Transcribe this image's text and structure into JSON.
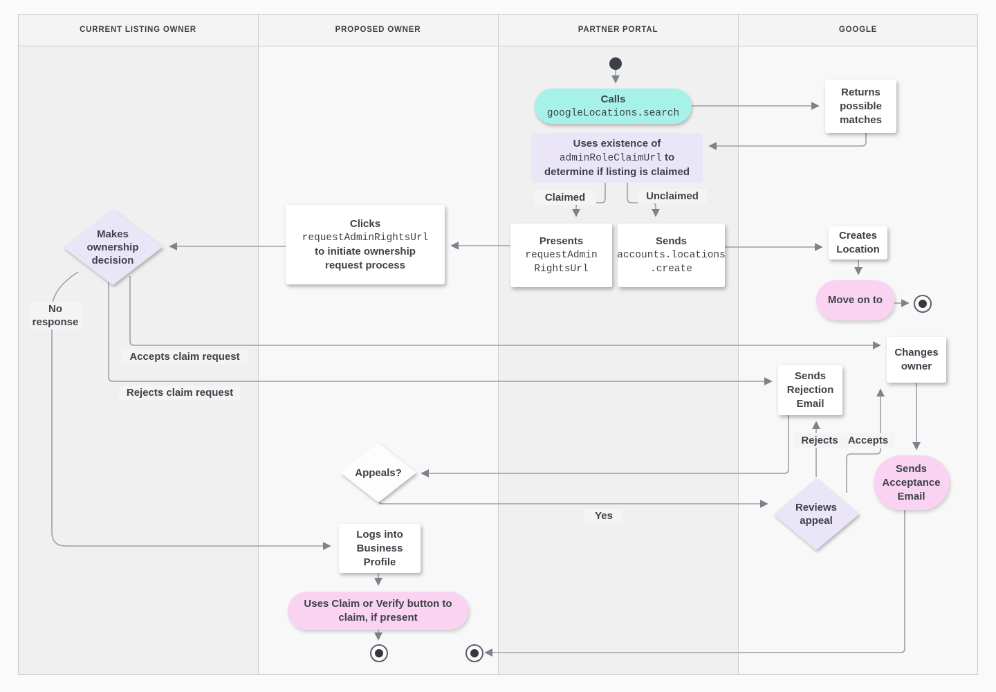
{
  "lanes": [
    "CURRENT LISTING OWNER",
    "PROPOSED OWNER",
    "PARTNER PORTAL",
    "GOOGLE"
  ],
  "nodes": {
    "calls": {
      "title": "Calls",
      "code": "googleLocations.search"
    },
    "returns_matches": "Returns possible matches",
    "uses_existence": {
      "line1": "Uses existence of",
      "code": "adminRoleClaimUrl",
      "after_code": " to",
      "line3": "determine if listing is claimed"
    },
    "presents": {
      "title": "Presents",
      "code_line1": "requestAdmin",
      "code_line2": "RightsUrl"
    },
    "sends_create": {
      "title": "Sends",
      "code_line1": "accounts.locations",
      "code_line2": ".create"
    },
    "clicks": {
      "title": "Clicks",
      "code": "requestAdminRightsUrl",
      "line3": "to initiate ownership",
      "line4": "request process"
    },
    "makes_decision": "Makes ownership decision",
    "creates_location": "Creates Location",
    "move_on": "Move on to",
    "changes_owner": "Changes owner",
    "sends_rejection": "Sends Rejection Email",
    "appeals": "Appeals?",
    "reviews_appeal": "Reviews appeal",
    "sends_acceptance": "Sends Acceptance Email",
    "logs_into": "Logs into Business Profile",
    "uses_claim": "Uses Claim or Verify button to claim, if present"
  },
  "edge_labels": {
    "claimed": "Claimed",
    "unclaimed": "Unclaimed",
    "no_response": "No response",
    "accepts_claim": "Accepts claim request",
    "rejects_claim": "Rejects claim request",
    "yes": "Yes",
    "rejects": "Rejects",
    "accepts": "Accepts"
  },
  "colors": {
    "cyan_pill": "#a6f2e8",
    "lavender": "#eae6f8",
    "pink_pill": "#fad3f3",
    "white_box": "#ffffff",
    "connector": "#9aa0a8",
    "arrowhead": "#7d838d",
    "text": "#3d4248",
    "lane_gray": "#f0f0f1",
    "lane_light": "#f8f8f9"
  }
}
